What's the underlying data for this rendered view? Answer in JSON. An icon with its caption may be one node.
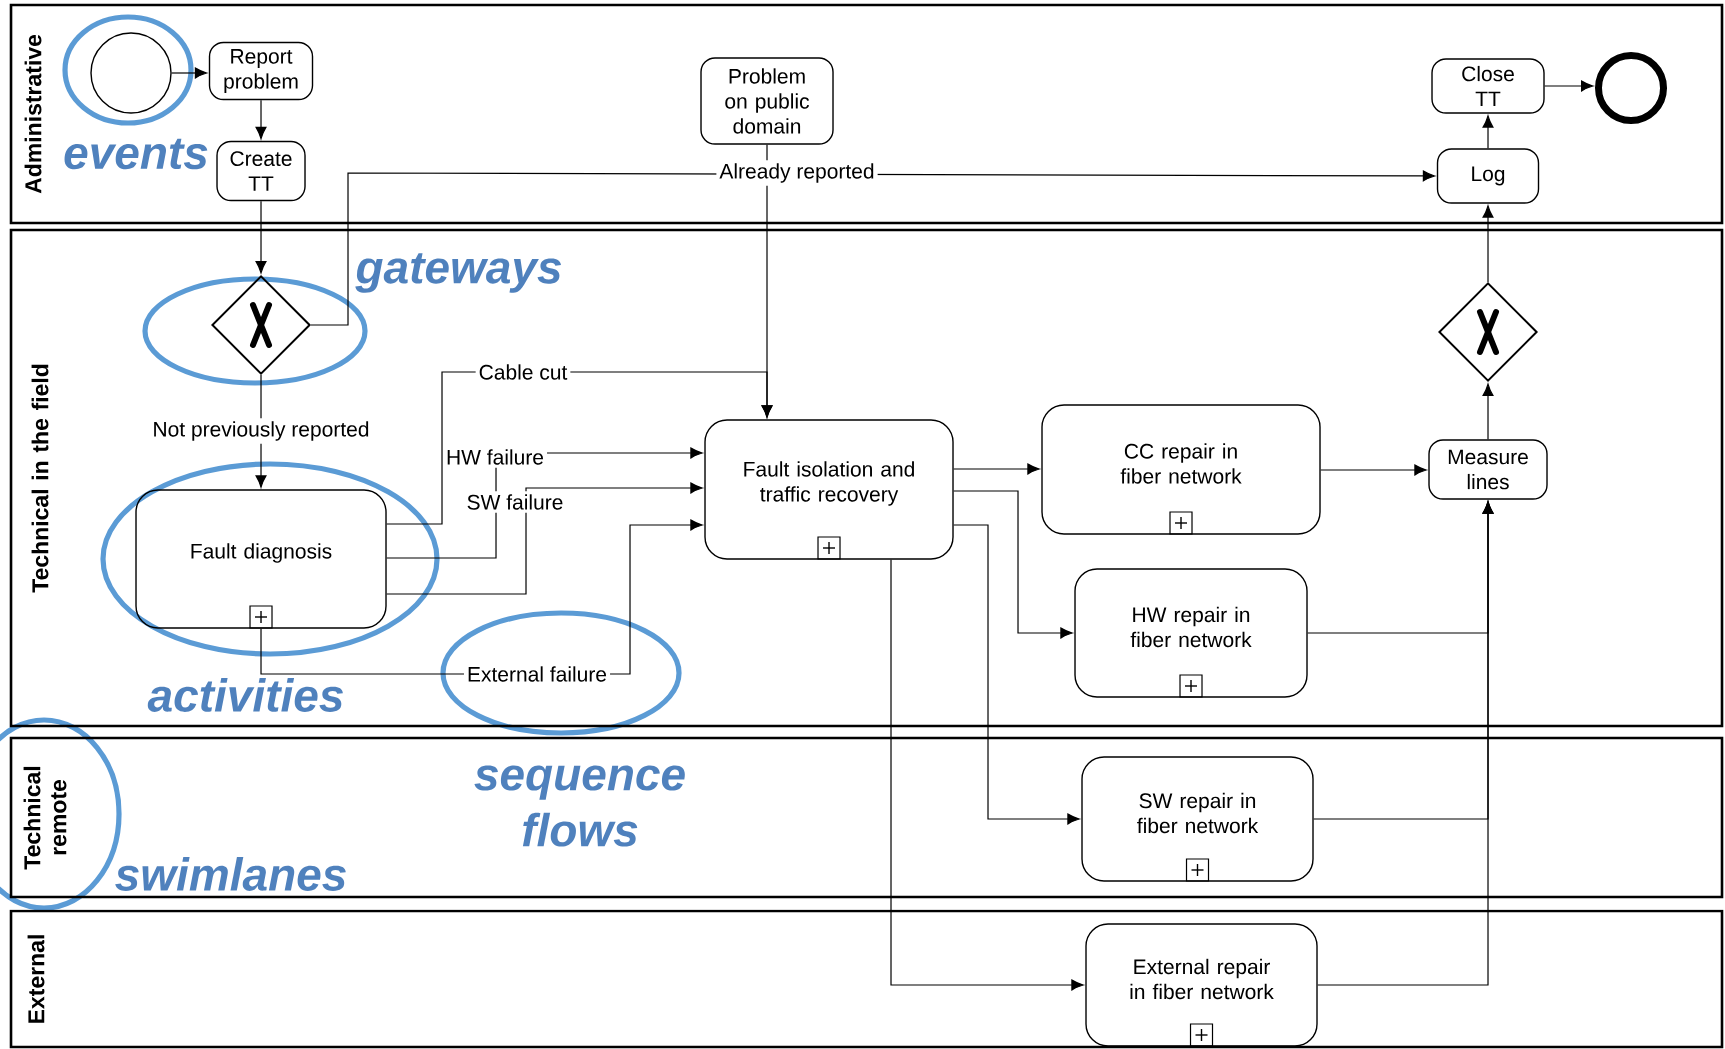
{
  "diagram": {
    "nodes": [
      {
        "text": [
          "Administrative"
        ]
      },
      {
        "text": [
          "Technical in the field"
        ]
      },
      {
        "text": [
          "Technical remote"
        ]
      },
      {
        "text": [
          "External"
        ]
      },
      {
        "text": [],
        "shape": "circle",
        "in": 0
      },
      {
        "text": [
          "Report problem"
        ],
        "in": 0
      },
      {
        "text": [
          "Create TT"
        ],
        "in": 0
      },
      {
        "text": [
          "Problem on public domain"
        ],
        "in": 0
      },
      {
        "text": [
          "Close TT"
        ],
        "in": 0
      },
      {
        "text": [],
        "shape": "circle",
        "in": 0
      },
      {
        "text": [
          "Log"
        ],
        "in": 0
      },
      {
        "text": [],
        "shape": "diamond",
        "in": 1
      },
      {
        "text": [
          "Fault diagnosis"
        ],
        "in": 1
      },
      {
        "text": [
          "Fault isolation and traffic recovery"
        ],
        "in": 1
      },
      {
        "text": [
          "CC repair in fiber network"
        ],
        "in": 1
      },
      {
        "text": [],
        "shape": "diamond",
        "in": 1
      },
      {
        "text": [
          "Measure lines"
        ],
        "in": 1
      },
      {
        "text": [
          "HW repair in fiber network"
        ],
        "in": 1
      },
      {
        "text": [
          "SW repair in fiber network"
        ],
        "in": 2
      },
      {
        "text": [
          "External repair in fiber network"
        ],
        "in": 3
      }
    ],
    "edges": [
      {
        "from": 4,
        "to": 5,
        "arrow": "to"
      },
      {
        "from": 5,
        "to": 6,
        "arrow": "to"
      },
      {
        "from": 6,
        "to": 11,
        "arrow": "to"
      },
      {
        "from": 11,
        "to": 10,
        "arrow": "to",
        "label": "Already reported"
      },
      {
        "from": 11,
        "to": 12,
        "arrow": "to",
        "label": "Not previously reported"
      },
      {
        "from": 12,
        "to": 13,
        "arrow": "to",
        "label": "Cable cut"
      },
      {
        "from": 12,
        "to": 13,
        "arrow": "to",
        "label": "HW failure"
      },
      {
        "from": 12,
        "to": 13,
        "arrow": "to",
        "label": "SW failure"
      },
      {
        "from": 12,
        "to": 13,
        "arrow": "to",
        "label": "External failure"
      },
      {
        "from": 7,
        "to": 13,
        "arrow": "to"
      },
      {
        "from": 13,
        "to": 14,
        "arrow": "to"
      },
      {
        "from": 13,
        "to": 17,
        "arrow": "to"
      },
      {
        "from": 13,
        "to": 18,
        "arrow": "to"
      },
      {
        "from": 13,
        "to": 19,
        "arrow": "to"
      },
      {
        "from": 14,
        "to": 16,
        "arrow": "to"
      },
      {
        "from": 17,
        "to": 16,
        "arrow": "to"
      },
      {
        "from": 18,
        "to": 16,
        "arrow": "to"
      },
      {
        "from": 19,
        "to": 16,
        "arrow": "to"
      },
      {
        "from": 16,
        "to": 15,
        "arrow": "to"
      },
      {
        "from": 15,
        "to": 10,
        "arrow": "to"
      },
      {
        "from": 10,
        "to": 8,
        "arrow": "to"
      },
      {
        "from": 8,
        "to": 9,
        "arrow": "to"
      }
    ],
    "labels": [
      "events",
      "gateways",
      "activities",
      "sequence flows",
      "swimlanes"
    ]
  }
}
